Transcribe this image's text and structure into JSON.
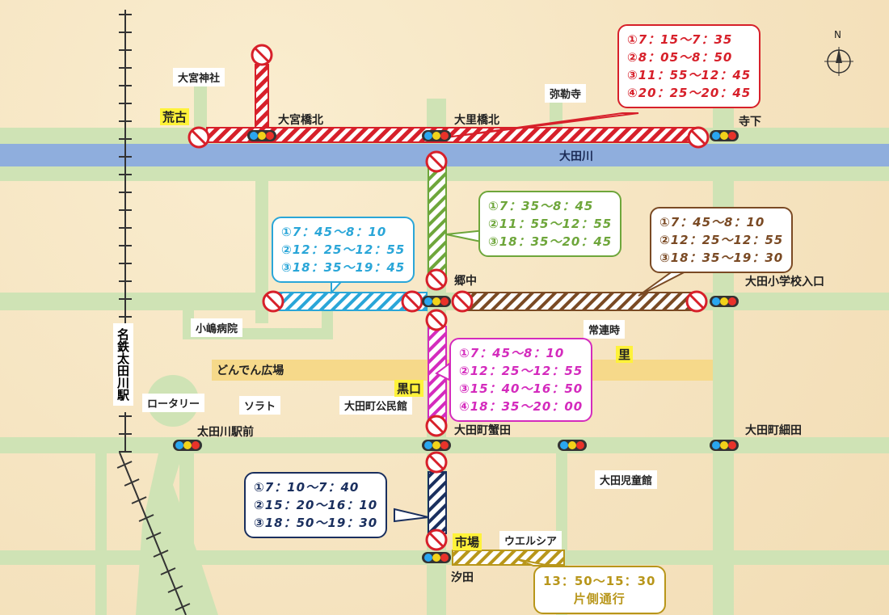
{
  "river": "大田川",
  "north": "N",
  "places": {
    "omiya_shrine": "大宮神社",
    "miroku": "弥勒寺",
    "kojima": "小嶋病院",
    "jotsuji": "常連時",
    "dondenhiroba": "どんでん広場",
    "rotary": "ロータリー",
    "sorato": "ソラト",
    "kominkan": "大田町公民館",
    "jidokan": "大田児童館",
    "welcia": "ウエルシア",
    "station": "名鉄太田川駅"
  },
  "intersections": {
    "omiyabashi": "大宮橋北",
    "osatobashi": "大里橋北",
    "terashita": "寺下",
    "gochu": "郷中",
    "otashogakko": "大田小学校入口",
    "ekimae": "太田川駅前",
    "kanida": "大田町蟹田",
    "hosoda": "大田町細田",
    "shioda": "汐田"
  },
  "districts": {
    "arako": "荒古",
    "kuroguchi": "黒口",
    "sato": "里",
    "ichiba": "市場"
  },
  "callouts": {
    "red": {
      "color": "#d7202a",
      "lines": [
        "①7：15〜7：35",
        "②8：05〜8：50",
        "③11：55〜12：45",
        "④20：25〜20：45"
      ]
    },
    "green": {
      "color": "#6ea63b",
      "lines": [
        "①7：35〜8：45",
        "②11：55〜12：55",
        "③18：35〜20：45"
      ]
    },
    "blue": {
      "color": "#2aa6d8",
      "lines": [
        "①7：45〜8：10",
        "②12：25〜12：55",
        "③18：35〜19：45"
      ]
    },
    "brown": {
      "color": "#7a4a24",
      "lines": [
        "①7：45〜8：10",
        "②12：25〜12：55",
        "③18：35〜19：30"
      ]
    },
    "magenta": {
      "color": "#d42bbd",
      "lines": [
        "①7：45〜8：10",
        "②12：25〜12：55",
        "③15：40〜16：50",
        "④18：35〜20：00"
      ]
    },
    "navy": {
      "color": "#1a2f5e",
      "lines": [
        "①7：10〜7：40",
        "②15：20〜16：10",
        "③18：50〜19：30"
      ]
    },
    "gold": {
      "color": "#b8961a",
      "lines": [
        "13：50〜15：30",
        "片側通行"
      ]
    }
  }
}
